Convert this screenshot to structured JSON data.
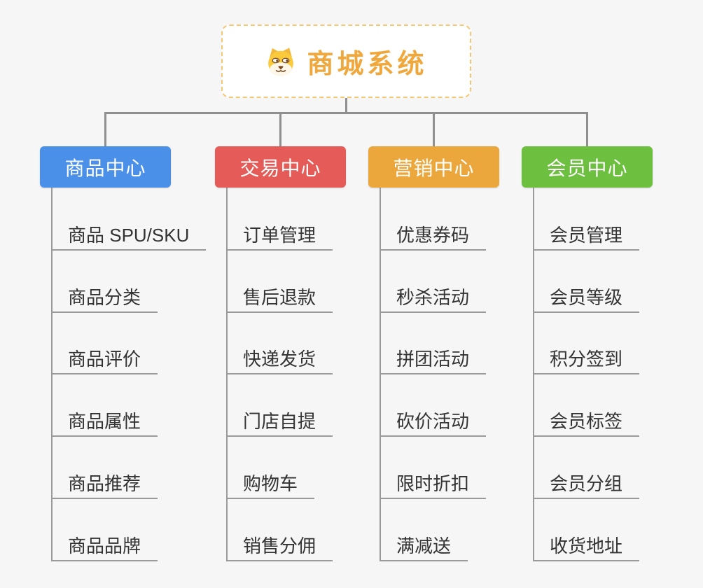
{
  "root": {
    "label": "商城系统",
    "icon": "dog-face"
  },
  "colors": {
    "background": "#f5f6f5",
    "connector": "#8f8f8f",
    "leaf_line": "#9a9a9a",
    "leaf_text": "#333333",
    "root_text": "#f0a73c",
    "root_border": "#f4c775",
    "branch_text": "#ffffff"
  },
  "branches": [
    {
      "label": "商品中心",
      "color": "#4a90e8",
      "items": [
        "商品 SPU/SKU",
        "商品分类",
        "商品评价",
        "商品属性",
        "商品推荐",
        "商品品牌"
      ]
    },
    {
      "label": "交易中心",
      "color": "#e45b57",
      "items": [
        "订单管理",
        "售后退款",
        "快递发货",
        "门店自提",
        "购物车",
        "销售分佣"
      ]
    },
    {
      "label": "营销中心",
      "color": "#eba73c",
      "items": [
        "优惠券码",
        "秒杀活动",
        "拼团活动",
        "砍价活动",
        "限时折扣",
        "满减送"
      ]
    },
    {
      "label": "会员中心",
      "color": "#6dc03f",
      "items": [
        "会员管理",
        "会员等级",
        "积分签到",
        "会员标签",
        "会员分组",
        "收货地址"
      ]
    }
  ]
}
